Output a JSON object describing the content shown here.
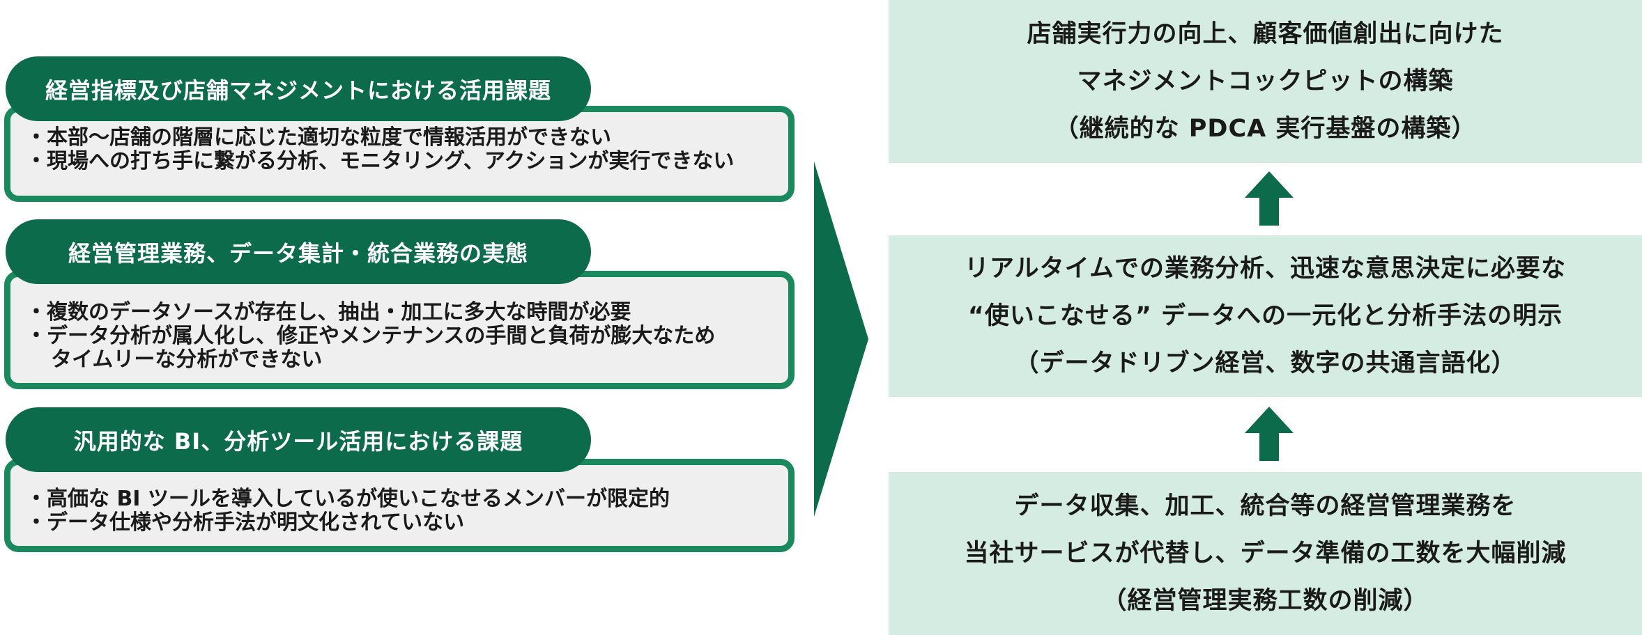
{
  "colors": {
    "dark_green": "#0b6b4a",
    "border_green": "#1a8a5e",
    "light_green": "#d4ece1",
    "issue_bg": "#efefef"
  },
  "issues": [
    {
      "title": "経営指標及び店舗マネジメントにおける活用課題",
      "lines": [
        "・本部～店舗の階層に応じた適切な粒度で情報活用ができない",
        "・現場への打ち手に繋がる分析、モニタリング、アクションが実行できない"
      ]
    },
    {
      "title": "経営管理業務、データ集計・統合業務の実態",
      "lines": [
        "・複数のデータソースが存在し、抽出・加工に多大な時間が必要",
        "・データ分析が属人化し、修正やメンテナンスの手間と負荷が膨大なため",
        "タイムリーな分析ができない"
      ]
    },
    {
      "title": "汎用的な BI、分析ツール活用における課題",
      "lines": [
        "・高価な BI ツールを導入しているが使いこなせるメンバーが限定的",
        "・データ仕様や分析手法が明文化されていない"
      ]
    }
  ],
  "goals": [
    {
      "lines": [
        "店舗実行力の向上、顧客価値創出に向けた",
        "マネジメントコックピットの構築",
        "（継続的な PDCA 実行基盤の構築）"
      ]
    },
    {
      "lines": [
        "リアルタイムでの業務分析、迅速な意思決定に必要な",
        "“使いこなせる” データへの一元化と分析手法の明示",
        "（データドリブン経営、数字の共通言語化）"
      ]
    },
    {
      "lines": [
        "データ収集、加工、統合等の経営管理業務を",
        "当社サービスが代替し、データ準備の工数を大幅削減",
        "（経営管理実務工数の削減）"
      ]
    }
  ]
}
